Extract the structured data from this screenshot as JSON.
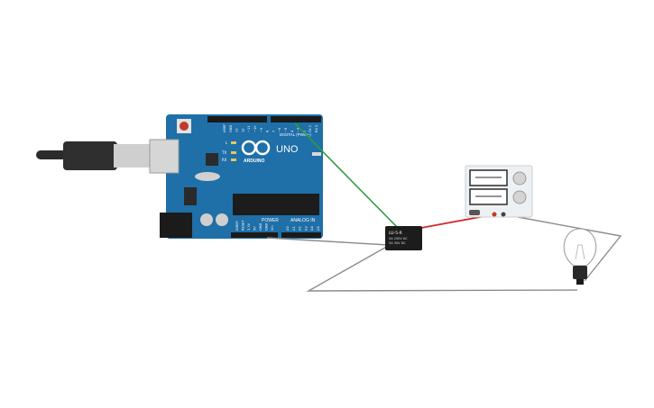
{
  "board": {
    "logo_text": "UNO",
    "brand_text": "ARDUINO",
    "digital_header": "DIGITAL (PWM~)",
    "power_header": "POWER",
    "analog_header": "ANALOG IN",
    "pin_labels_top": [
      "AREF",
      "GND",
      "13",
      "12",
      "~11",
      "~10",
      "~9",
      "8",
      "7",
      "~6",
      "~5",
      "4",
      "~3",
      "2",
      "TX 1",
      "RX 0"
    ],
    "pin_labels_power": [
      "IOREF",
      "RESET",
      "3.3V",
      "5V",
      "GND",
      "GND",
      "Vin"
    ],
    "pin_labels_analog": [
      "A0",
      "A1",
      "A2",
      "A3",
      "A4",
      "A5"
    ],
    "led_labels": [
      "L",
      "TX",
      "RX"
    ],
    "color": "#1f6fa8"
  },
  "relay": {
    "title": "LU-5-R",
    "line1": "5A 250V AC",
    "line2": "5A 30V DC"
  },
  "power_supply": {
    "color": "#eef1f4"
  },
  "wires": {
    "signal_color": "#2e9e3a",
    "positive_color": "#d22b2b",
    "neutral_color": "#8c8c8c"
  }
}
